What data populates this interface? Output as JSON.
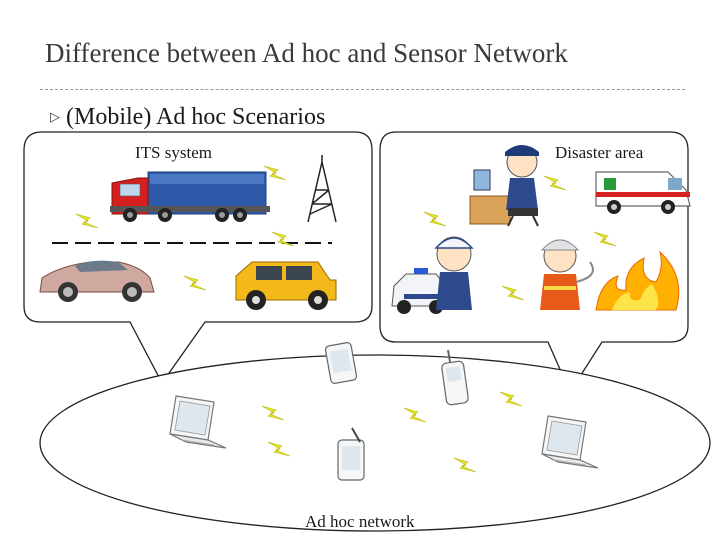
{
  "slide": {
    "title": "Difference between Ad hoc and Sensor Network",
    "bullet": "(Mobile) Ad hoc Scenarios"
  },
  "labels": {
    "its": "ITS system",
    "disaster": "Disaster area",
    "adhoc": "Ad hoc network"
  },
  "colors": {
    "wireless_bolt": "#e8e82a",
    "truck_cab": "#d62020",
    "truck_trailer": "#2c5aa8",
    "sports_car": "#cfa8a0",
    "suv": "#f3b91a",
    "ambulance": "#ffffff",
    "fire": "#ffb000"
  },
  "icons": [
    "truck-icon",
    "antenna-tower-icon",
    "sports-car-icon",
    "suv-icon",
    "police-officer-icon",
    "ambulance-icon",
    "police-car-icon",
    "firefighter-icon",
    "fire-icon",
    "laptop-icon",
    "pda-icon",
    "mobile-phone-icon",
    "lightning-icon"
  ]
}
